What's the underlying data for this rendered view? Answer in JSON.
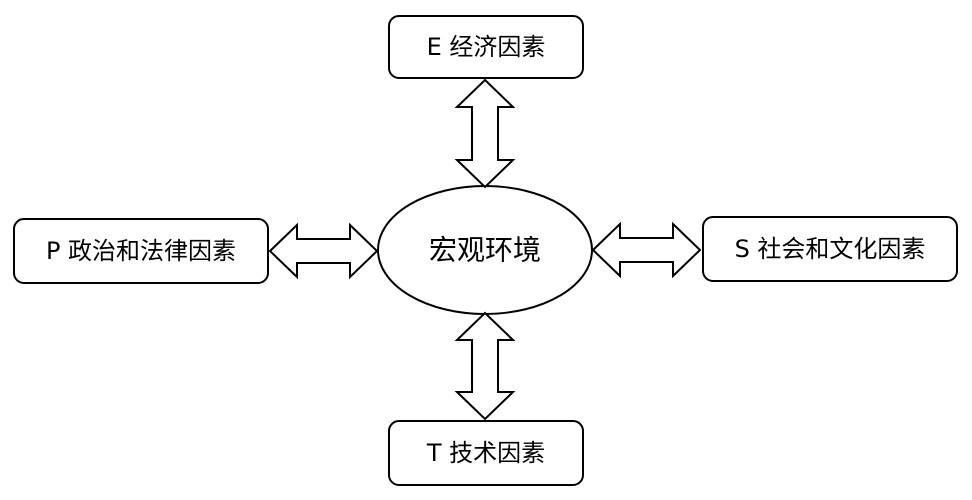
{
  "diagram": {
    "center": {
      "label": "宏观环境"
    },
    "economic": {
      "label": "E 经济因素"
    },
    "political": {
      "label": "P 政治和法律因素"
    },
    "social": {
      "label": "S 社会和文化因素"
    },
    "technological": {
      "label": "T 技术因素"
    }
  },
  "colors": {
    "stroke": "#000000",
    "fill": "#ffffff",
    "text": "#000000"
  }
}
